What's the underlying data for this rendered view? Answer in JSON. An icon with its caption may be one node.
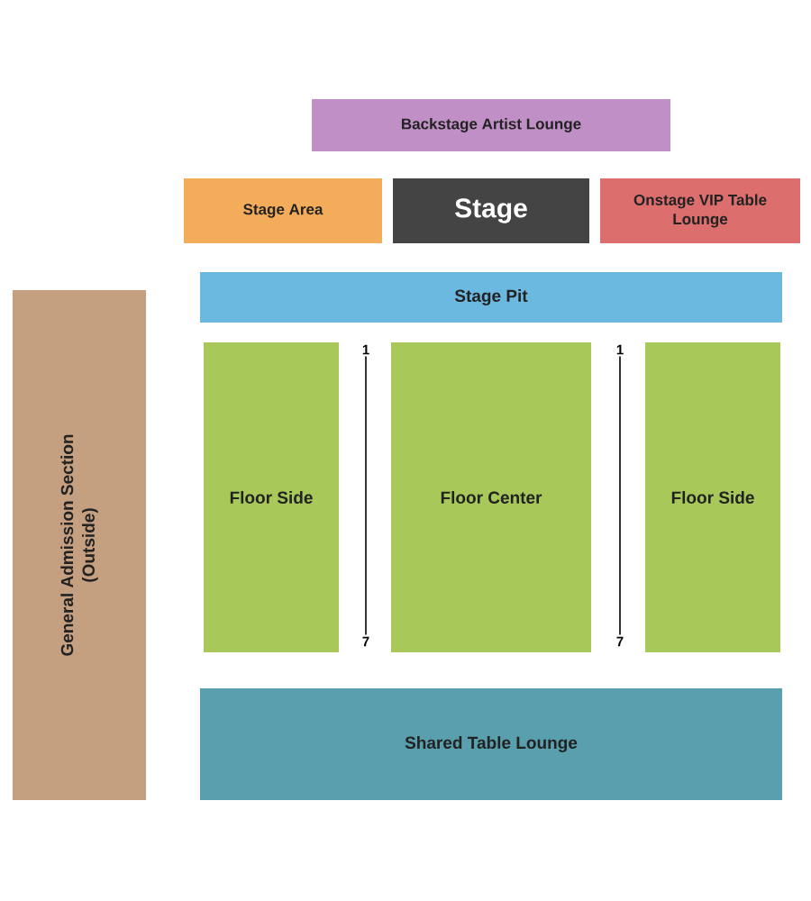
{
  "diagram": {
    "nodes": [
      {
        "text": [
          "Backstage Artist Lounge"
        ]
      },
      {
        "text": [
          "Stage Area"
        ]
      },
      {
        "text": [
          "Stage"
        ]
      },
      {
        "text": [
          "Onstage VIP Table Lounge"
        ]
      },
      {
        "text": [
          "Stage Pit"
        ]
      },
      {
        "text": [
          "Floor Side"
        ]
      },
      {
        "text": [
          "Floor Center"
        ]
      },
      {
        "text": [
          "Floor Side"
        ]
      },
      {
        "text": [
          "General Admission Section (Outside)"
        ]
      },
      {
        "text": [
          "Shared Table Lounge"
        ]
      },
      {
        "text": [
          "1"
        ]
      },
      {
        "text": [
          "7"
        ]
      },
      {
        "text": [
          "1"
        ]
      },
      {
        "text": [
          "7"
        ]
      }
    ],
    "edges": [
      {
        "from": 10,
        "to": 11,
        "arrow": "none"
      },
      {
        "from": 12,
        "to": 13,
        "arrow": "none"
      }
    ]
  }
}
